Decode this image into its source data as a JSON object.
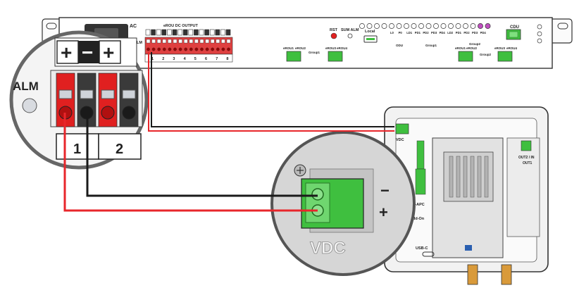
{
  "rack": {
    "ac": "AC",
    "dc_output_title": "eROU DC OUTPUT",
    "alm": "ALM",
    "port_numbers": [
      "1",
      "2",
      "3",
      "4",
      "5",
      "6",
      "7",
      "8"
    ],
    "rst": "RST",
    "sum_alm": "SUM ALM",
    "local": "Local",
    "odu": "ODU",
    "top_led_labels": [
      "L0",
      "P0",
      "LD1",
      "PD1",
      "PD2",
      "PD3",
      "PD4",
      "LD2",
      "PD1",
      "PD2",
      "PD3",
      "PD4"
    ],
    "cdu": "CDU",
    "group1": "Group1",
    "group2": "Group2",
    "erou_g1_top": [
      "eROU1",
      "eROU2"
    ],
    "erou_g1_bottom": [
      "eROU3",
      "eROU4"
    ],
    "erou_g2_top": [
      "eROU1",
      "eROU2"
    ],
    "erou_g2_bottom": [
      "eROU3",
      "eROU4"
    ],
    "bottom_group1": "Group1",
    "bottom_group2": "Group2"
  },
  "zoom_left": {
    "plus": "+",
    "minus": "−",
    "alm": "ALM",
    "port1": "1",
    "port2": "2"
  },
  "remote": {
    "vdc": "VDC",
    "lc_apc": "LC-APC",
    "add_on": "Add-On",
    "out2": "OUT2 / IN",
    "out1": "OUT1",
    "usb": "USB-C"
  },
  "zoom_right": {
    "minus": "−",
    "plus": "+",
    "vdc": "VDC"
  },
  "colors": {
    "wire_red": "#e8262b",
    "wire_black": "#1a1a1a",
    "terminal_green": "#3fbf3f",
    "terminal_red": "#e02020",
    "gray_panel": "#c9c9c9"
  }
}
